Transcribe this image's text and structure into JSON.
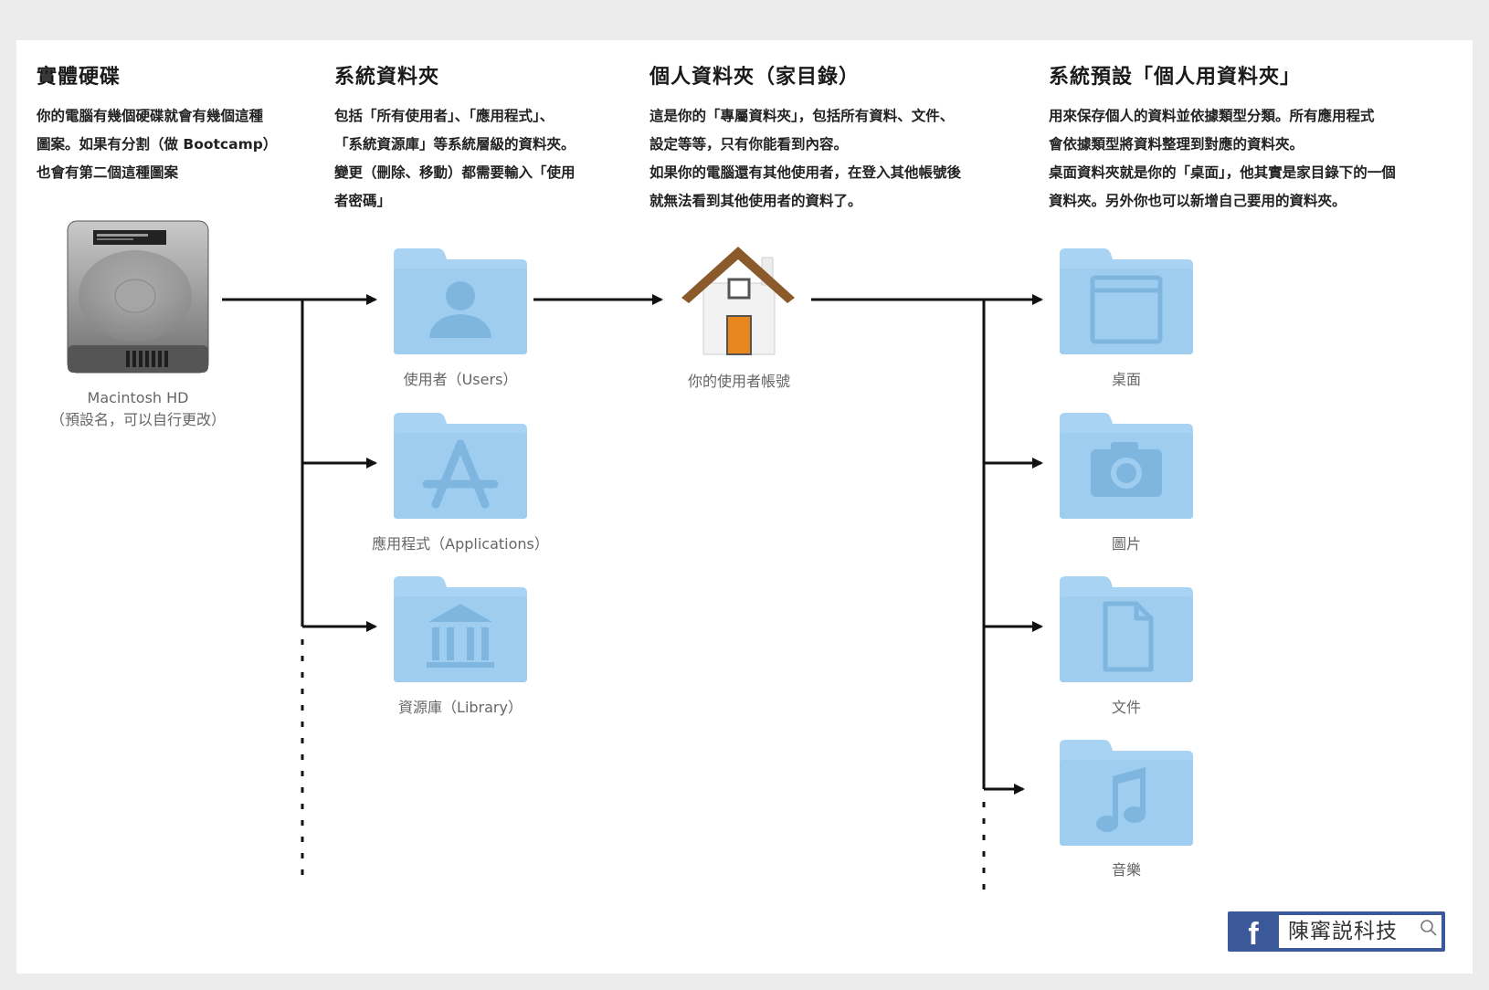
{
  "columns": [
    {
      "title": "實體硬碟",
      "lines": [
        "你的電腦有幾個硬碟就會有幾個這種",
        "圖案。如果有分割（做 Bootcamp）",
        "也會有第二個這種圖案"
      ]
    },
    {
      "title": "系統資料夾",
      "lines": [
        "包括「所有使用者」、「應用程式」、",
        "「系統資源庫」等系統層級的資料夾。",
        "變更（刪除、移動）都需要輸入「使用",
        "者密碼」"
      ]
    },
    {
      "title": "個人資料夾（家目錄）",
      "lines": [
        "這是你的「專屬資料夾」，包括所有資料、文件、",
        "設定等等，只有你能看到內容。",
        "如果你的電腦還有其他使用者，在登入其他帳號後",
        "就無法看到其他使用者的資料了。"
      ]
    },
    {
      "title": "系統預設「個人用資料夾」",
      "lines": [
        "用來保存個人的資料並依據類型分類。所有應用程式",
        "會依據類型將資料整理到對應的資料夾。",
        "桌面資料夾就是你的「桌面」，他其實是家目錄下的一個",
        "資料夾。另外你也可以新增自己要用的資料夾。"
      ]
    }
  ],
  "drive": {
    "label_line1": "Macintosh HD",
    "label_line2": "（預設名，可以自行更改）",
    "icon": "hard-drive-icon"
  },
  "system_folders": [
    {
      "label": "使用者（Users）",
      "icon": "user-silhouette-icon"
    },
    {
      "label": "應用程式（Applications）",
      "icon": "app-store-a-icon"
    },
    {
      "label": "資源庫（Library）",
      "icon": "library-building-icon"
    }
  ],
  "home": {
    "label": "你的使用者帳號",
    "icon": "house-icon"
  },
  "personal_folders": [
    {
      "label": "桌面",
      "icon": "window-icon"
    },
    {
      "label": "圖片",
      "icon": "camera-icon"
    },
    {
      "label": "文件",
      "icon": "document-icon"
    },
    {
      "label": "音樂",
      "icon": "music-note-icon"
    }
  ],
  "badge": {
    "facebook_letter": "f",
    "name": "陳寗説科技"
  },
  "colors": {
    "folder": "#a9d3f2",
    "folder_dark": "#88bde6",
    "line": "#111111",
    "badge": "#3b5998"
  }
}
